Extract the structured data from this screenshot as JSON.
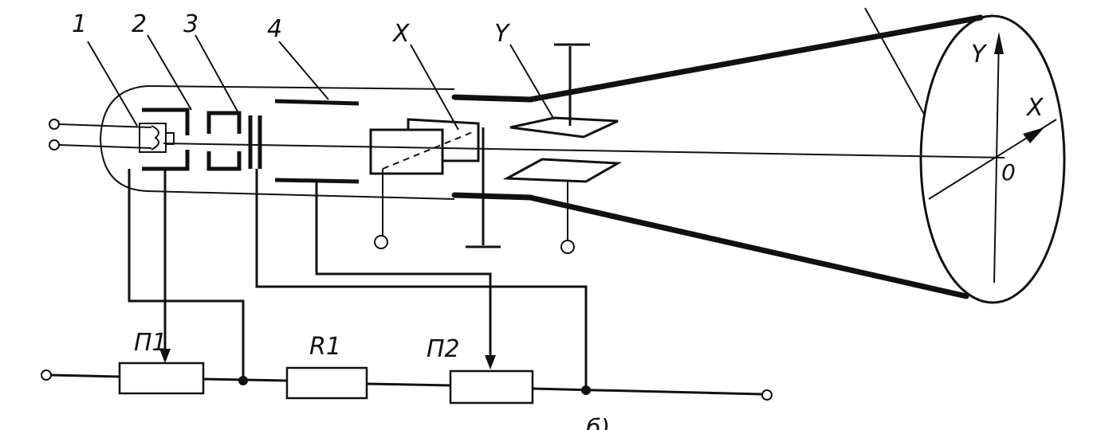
{
  "labels": {
    "cathode": "1",
    "control_electrode": "2",
    "first_anode": "3",
    "second_anode": "4",
    "x_plates": "X",
    "y_plates": "Y",
    "screen_y_axis": "Y",
    "screen_x_axis": "X",
    "screen_origin": "0",
    "pot1": "П1",
    "resistor1": "R1",
    "pot2": "П2",
    "figure_letter": "б)"
  },
  "colors": {
    "ink": "#111111",
    "paper": "#ffffff"
  }
}
